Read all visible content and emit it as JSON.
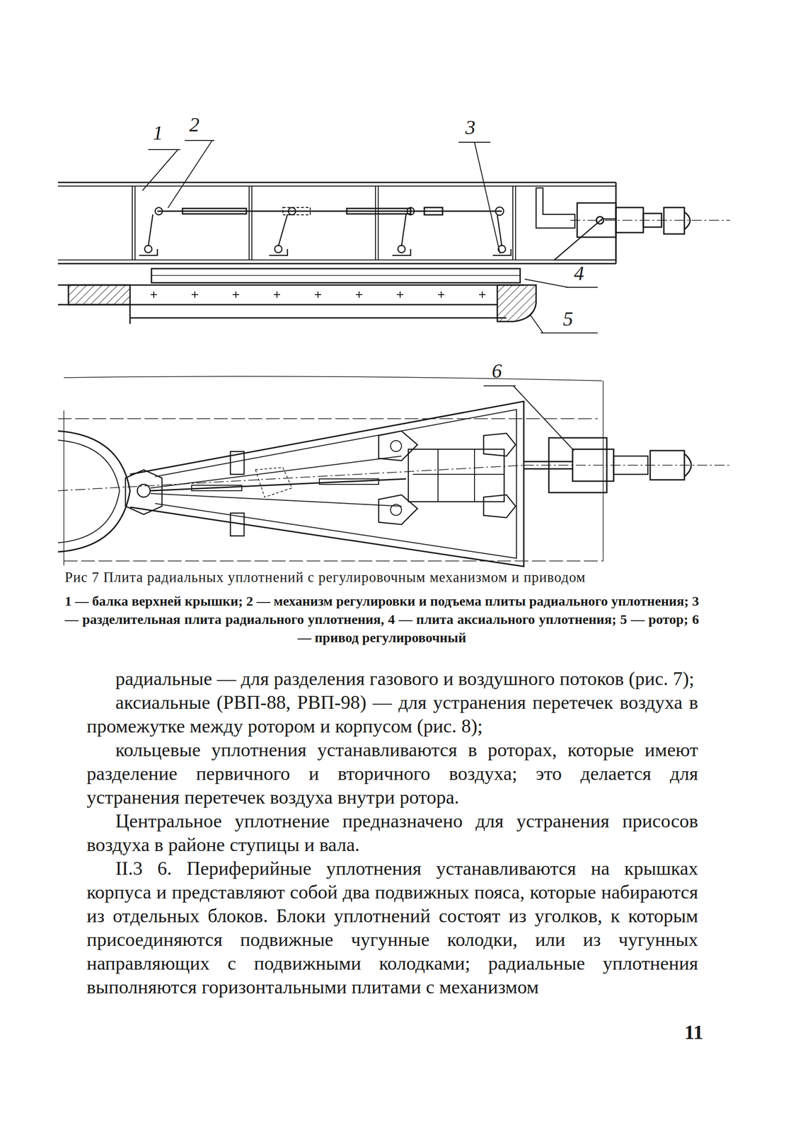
{
  "diagram": {
    "caption": "Рис 7 Плита радиальных уплотнений с регулировочным механизмом и приводом",
    "labels": [
      "1",
      "2",
      "3",
      "4",
      "5",
      "6",
      "1 — балка верхней крышки; 2 — механизм регулировки и подъема плиты радиального уплотнения; 3 — разделительная плита радиального уплотнения, 4 — плита аксиального уплотнения; 5 — ротор; 6 — привод регулировочный",
      "радиальные — для разделения газового и воздушного потоков (рис. 7);",
      "аксиальные (РВП-88, РВП-98) — для устранения перетечек воздуха в промежутке между ротором и корпусом (рис. 8);",
      "кольцевые уплотнения устанавливаются в роторах, которые имеют разделение первичного и вторичного воздуха; это делается для устранения перетечек воздуха внутри ротора.",
      "Центральное уплотнение предназначено для устранения присосов воздуха в районе ступицы и вала.",
      "II.3 6. Периферийные уплотнения устанавливаются на крышках корпуса и представляют собой два подвижных пояса, которые набираются из отдельных блоков. Блоки уплотнений состоят из уголков, к которым присоединяются подвижные чугунные колодки, или из чугунных направляющих с подвижными колодками; радиальные уплотнения выполняются горизонтальными плитами с механизмом",
      "11"
    ]
  }
}
